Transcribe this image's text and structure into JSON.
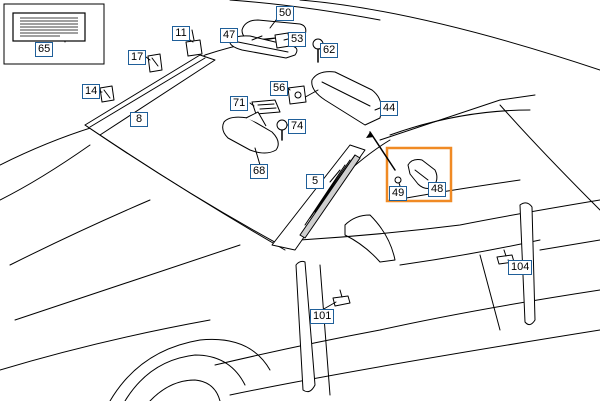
{
  "labels": {
    "l65": "65",
    "l50": "50",
    "l47": "47",
    "l53": "53",
    "l62": "62",
    "l11": "11",
    "l17": "17",
    "l14": "14",
    "l8": "8",
    "l56": "56",
    "l44": "44",
    "l71": "71",
    "l74": "74",
    "l68": "68",
    "l5": "5",
    "l49": "49",
    "l48": "48",
    "l104": "104",
    "l101": "101"
  },
  "highlight_color": "#f08a24",
  "label_border_color": "#1f5f99"
}
